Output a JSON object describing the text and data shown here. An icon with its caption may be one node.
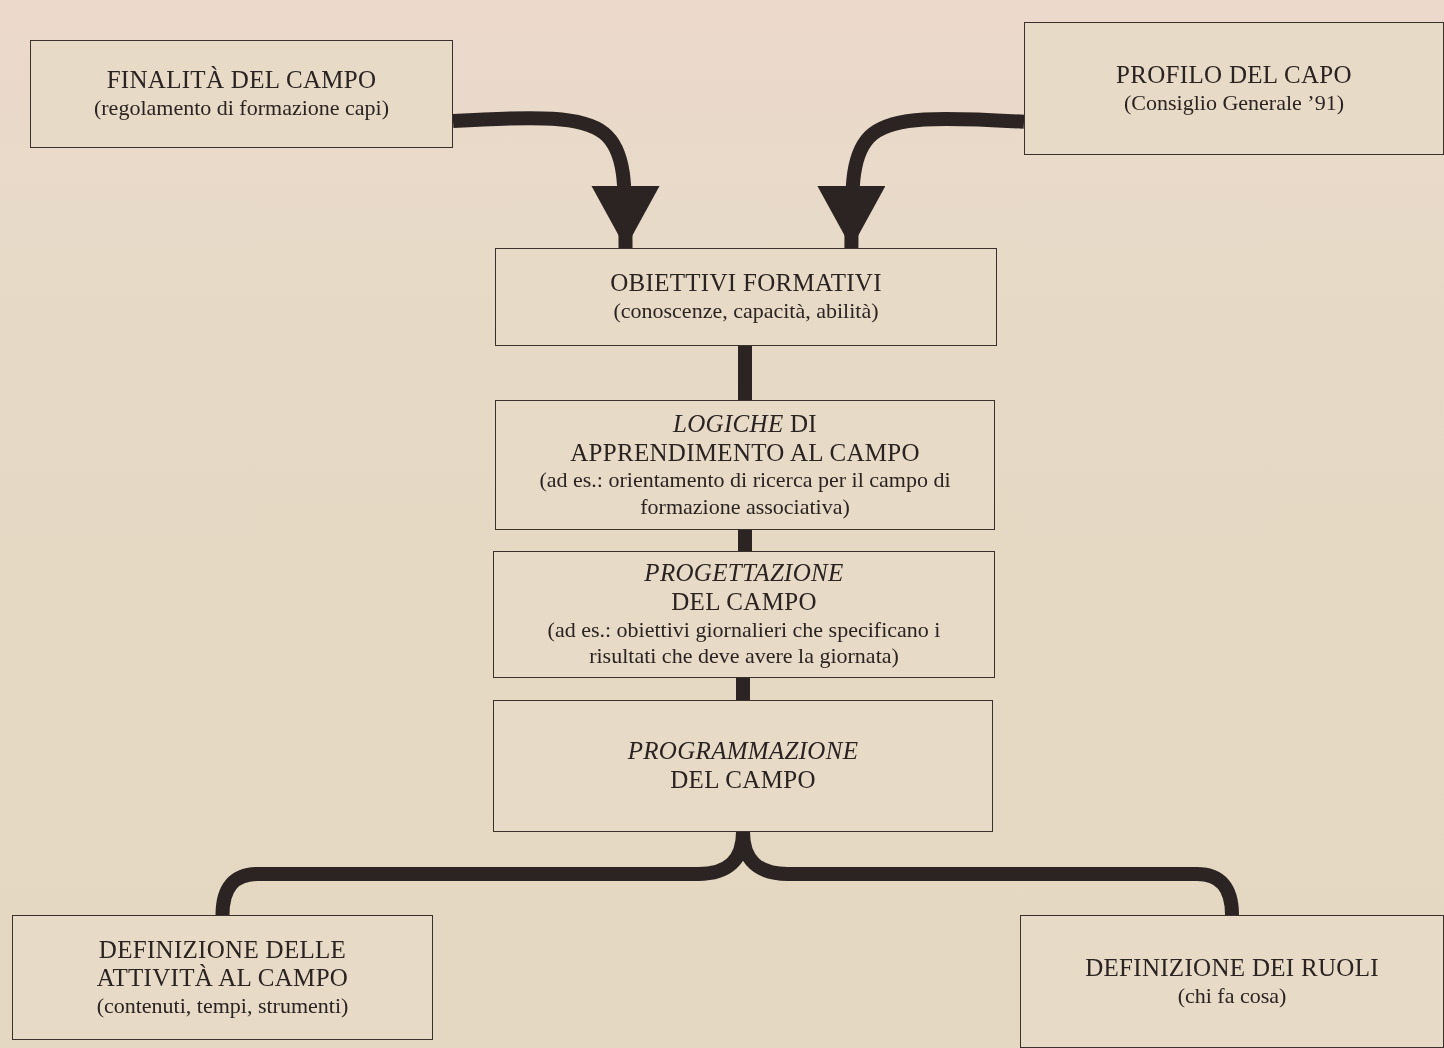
{
  "diagram": {
    "nodes": [
      {
        "text": [
          "FINALITÀ DEL CAMPO",
          "(regolamento di formazione capi)"
        ]
      },
      {
        "text": [
          "PROFILO DEL CAPO",
          "(Consiglio Generale ’91)"
        ]
      },
      {
        "text": [
          "OBIETTIVI FORMATIVI",
          "(conoscenze, capacità, abilità)"
        ]
      },
      {
        "text": [
          "*LOGICHE* DI APPRENDIMENTO AL CAMPO",
          "(ad es.: orientamento di ricerca per il campo di formazione associativa)"
        ]
      },
      {
        "text": [
          "*PROGETTAZIONE* DEL CAMPO",
          "(ad es.: obiettivi giornalieri che specificano i risultati che deve avere la giornata)"
        ]
      },
      {
        "text": [
          "*PROGRAMMAZIONE* DEL CAMPO"
        ]
      },
      {
        "text": [
          "DEFINIZIONE DELLE ATTIVITÀ AL CAMPO",
          "(contenuti, tempi, strumenti)"
        ]
      },
      {
        "text": [
          "DEFINIZIONE DEI RUOLI",
          "(chi fa cosa)"
        ]
      }
    ],
    "edges": [
      {
        "from": 0,
        "to": 2,
        "arrow": "to"
      },
      {
        "from": 1,
        "to": 2,
        "arrow": "to"
      },
      {
        "from": 2,
        "to": 3,
        "arrow": "none"
      },
      {
        "from": 3,
        "to": 4,
        "arrow": "none"
      },
      {
        "from": 4,
        "to": 5,
        "arrow": "none"
      },
      {
        "from": 5,
        "to": 6,
        "arrow": "none"
      },
      {
        "from": 5,
        "to": 7,
        "arrow": "none"
      }
    ]
  }
}
